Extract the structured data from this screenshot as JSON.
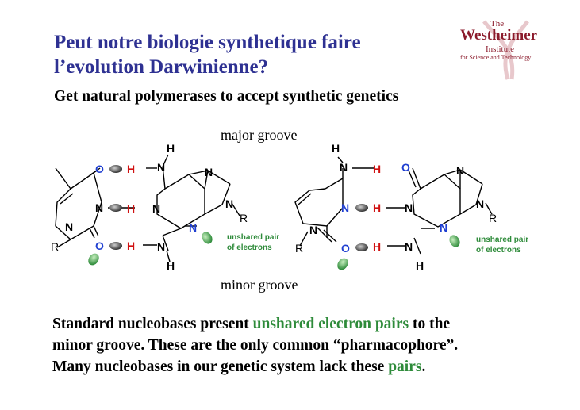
{
  "title": {
    "line1": "Peut notre biologie synthetique faire",
    "line2": "l’evolution Darwinienne?"
  },
  "subtitle": "Get natural polymerases to accept synthetic genetics",
  "logo": {
    "the": "The",
    "name": "Westheimer",
    "institute": "Institute",
    "tagline": "for Science and Technology"
  },
  "diagram": {
    "major_groove": "major groove",
    "minor_groove": "minor groove",
    "atoms": {
      "H": "H",
      "N": "N",
      "O": "O",
      "R": "R"
    },
    "unshared_line1": "unshared pair",
    "unshared_line2": "of electrons"
  },
  "body": {
    "line1_a": "Standard nucleobases present ",
    "line1_b": "unshared electron pairs",
    "line1_c": " to the",
    "line2": "minor groove. These are the only common “pharmacophore”.",
    "line3_a": "Many nucleobases in our genetic system lack these ",
    "line3_b": "pairs",
    "line3_c": "."
  },
  "colors": {
    "title": "#2e3192",
    "hetero_blue": "#1f3fd1",
    "hbond_red": "#d01010",
    "electron_green": "#2e8b3a",
    "logo_red": "#8b1a2b"
  }
}
